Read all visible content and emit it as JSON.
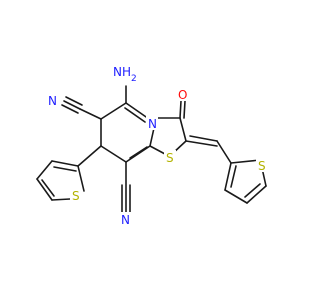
{
  "molecule": {
    "labels": {
      "amino": "NH2",
      "oxo": "O",
      "ring_n": "N",
      "ring_s": "S",
      "thiophene_s_left": "S",
      "thiophene_s_right": "S",
      "nitrile_n_top": "N",
      "nitrile_n_bottom": "N"
    },
    "colors": {
      "carbon": "#1a1a1a",
      "nitrogen": "#2020ff",
      "oxygen": "#ff0d0d",
      "sulfur": "#b3b300",
      "background": "#ffffff"
    }
  }
}
